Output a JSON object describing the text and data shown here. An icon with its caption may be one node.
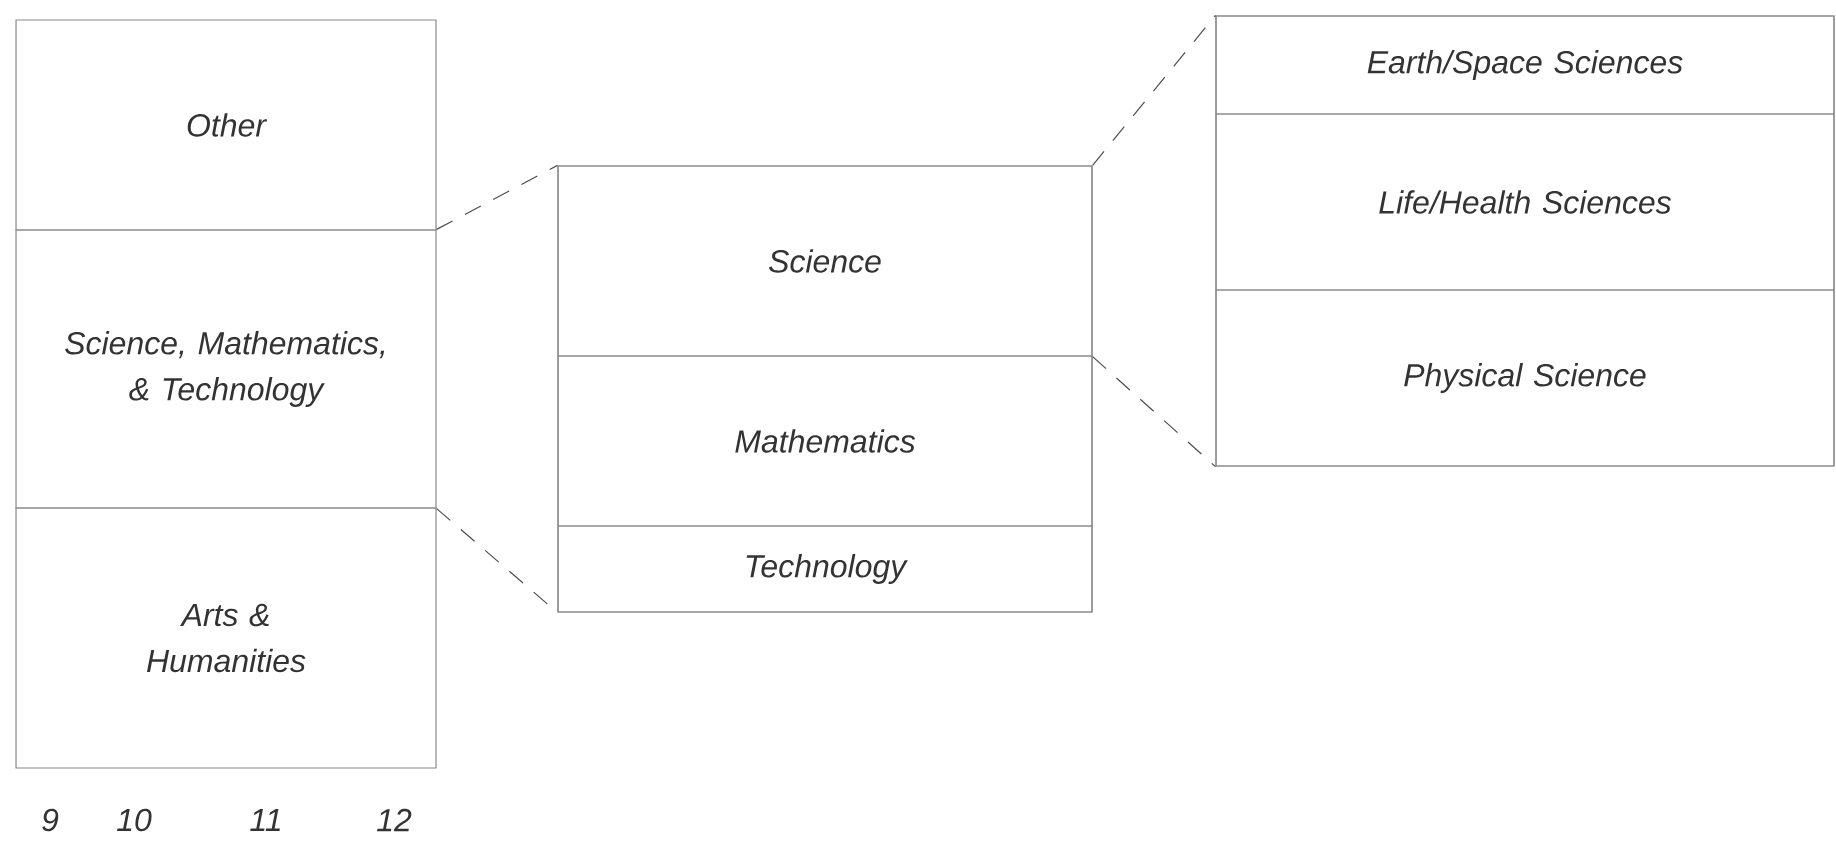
{
  "diagram": {
    "nodes": [
      {
        "text": [
          "Other"
        ]
      },
      {
        "text": [
          "Science, Mathematics, & Technology"
        ]
      },
      {
        "text": [
          "Arts & Humanities"
        ]
      },
      {
        "text": [],
        "shape": "box"
      },
      {
        "text": [
          "Science"
        ],
        "in": 3
      },
      {
        "text": [
          "Mathematics"
        ],
        "in": 3
      },
      {
        "text": [
          "Technology"
        ],
        "in": 3
      },
      {
        "text": [],
        "shape": "box"
      },
      {
        "text": [
          "Earth/Space Sciences"
        ],
        "in": 7
      },
      {
        "text": [
          "Life/Health Sciences"
        ],
        "in": 7
      },
      {
        "text": [
          "Physical Science"
        ],
        "in": 7
      }
    ],
    "edges": [
      {
        "from": 1,
        "to": 3,
        "arrow": "none",
        "style": "dashed"
      },
      {
        "from": 1,
        "to": 3,
        "arrow": "none",
        "style": "dashed"
      },
      {
        "from": 4,
        "to": 7,
        "arrow": "none",
        "style": "dashed"
      },
      {
        "from": 4,
        "to": 7,
        "arrow": "none",
        "style": "dashed"
      }
    ],
    "labels": [
      "9",
      "10",
      "11",
      "12"
    ]
  }
}
